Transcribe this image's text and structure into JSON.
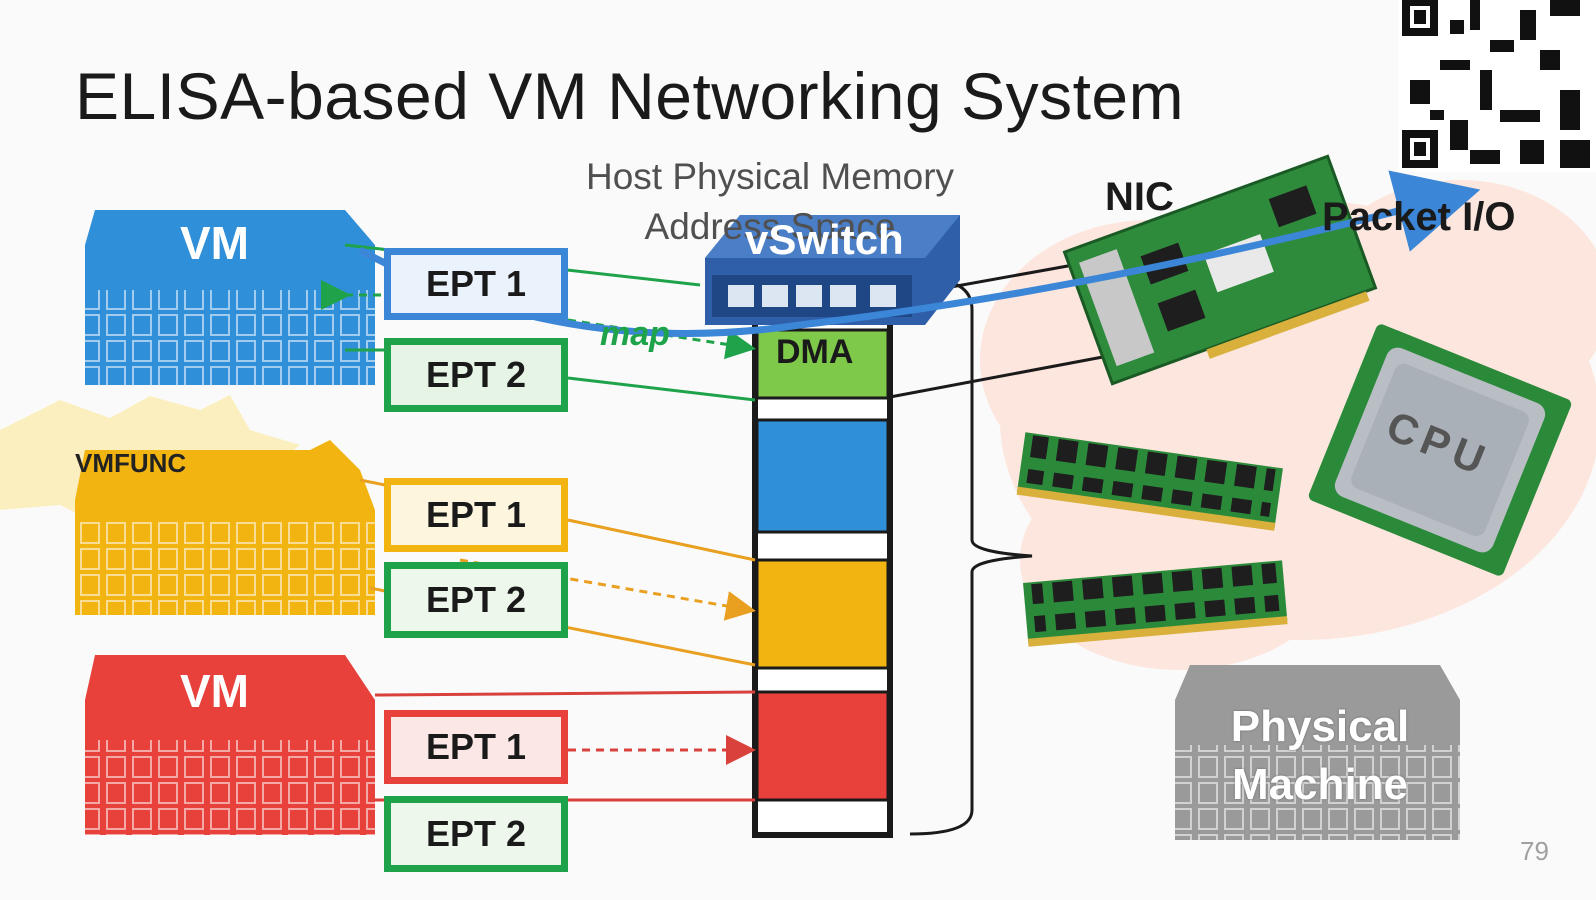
{
  "title": "ELISA-based VM Networking System",
  "memory_label": "Host Physical Memory Address Space",
  "vswitch_label": "vSwitch",
  "nic_label": "NIC",
  "packet_io_label": "Packet I/O",
  "dma_label": "DMA",
  "map_label": "map",
  "vmfunc_label": "VMFUNC",
  "vms": [
    {
      "label": "VM",
      "color": "#2f8fd8",
      "ept1": "EPT 1",
      "ept2": "EPT 2"
    },
    {
      "label": "",
      "color": "#f2b411",
      "ept1": "EPT 1",
      "ept2": "EPT 2"
    },
    {
      "label": "VM",
      "color": "#e8413c",
      "ept1": "EPT 1",
      "ept2": "EPT 2"
    }
  ],
  "physical_machine_label": [
    "Physical",
    "Machine"
  ],
  "cpu_label": "CPU",
  "page_number": "79",
  "colors": {
    "blue": "#2f8fd8",
    "yellow": "#f2b411",
    "red": "#e8413c",
    "green": "#1fa34a",
    "dma_fill": "#7ec84a"
  }
}
